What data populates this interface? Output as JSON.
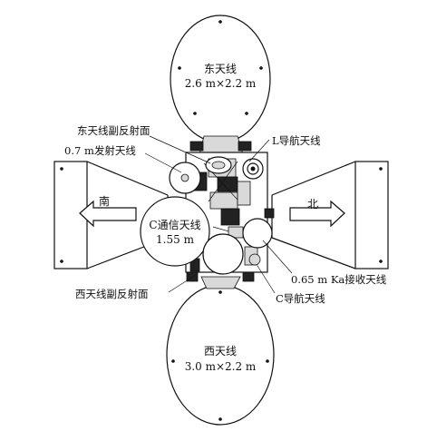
{
  "antennas": {
    "east": {
      "name": "东天线",
      "size": "2.6 m×2.2 m"
    },
    "west": {
      "name": "西天线",
      "size": "3.0 m×2.2 m"
    },
    "c_comm": {
      "name": "C通信天线",
      "size": "1.55 m"
    }
  },
  "directions": {
    "south": "南",
    "north": "北"
  },
  "callouts": {
    "east_subreflector": "东天线副反射面",
    "transmit_antenna": "0.7 m发射天线",
    "l_nav_antenna": "L导航天线",
    "ka_receive_antenna": "0.65 m Ka接收天线",
    "west_subreflector": "西天线副反射面",
    "c_nav_antenna": "C导航天线"
  }
}
